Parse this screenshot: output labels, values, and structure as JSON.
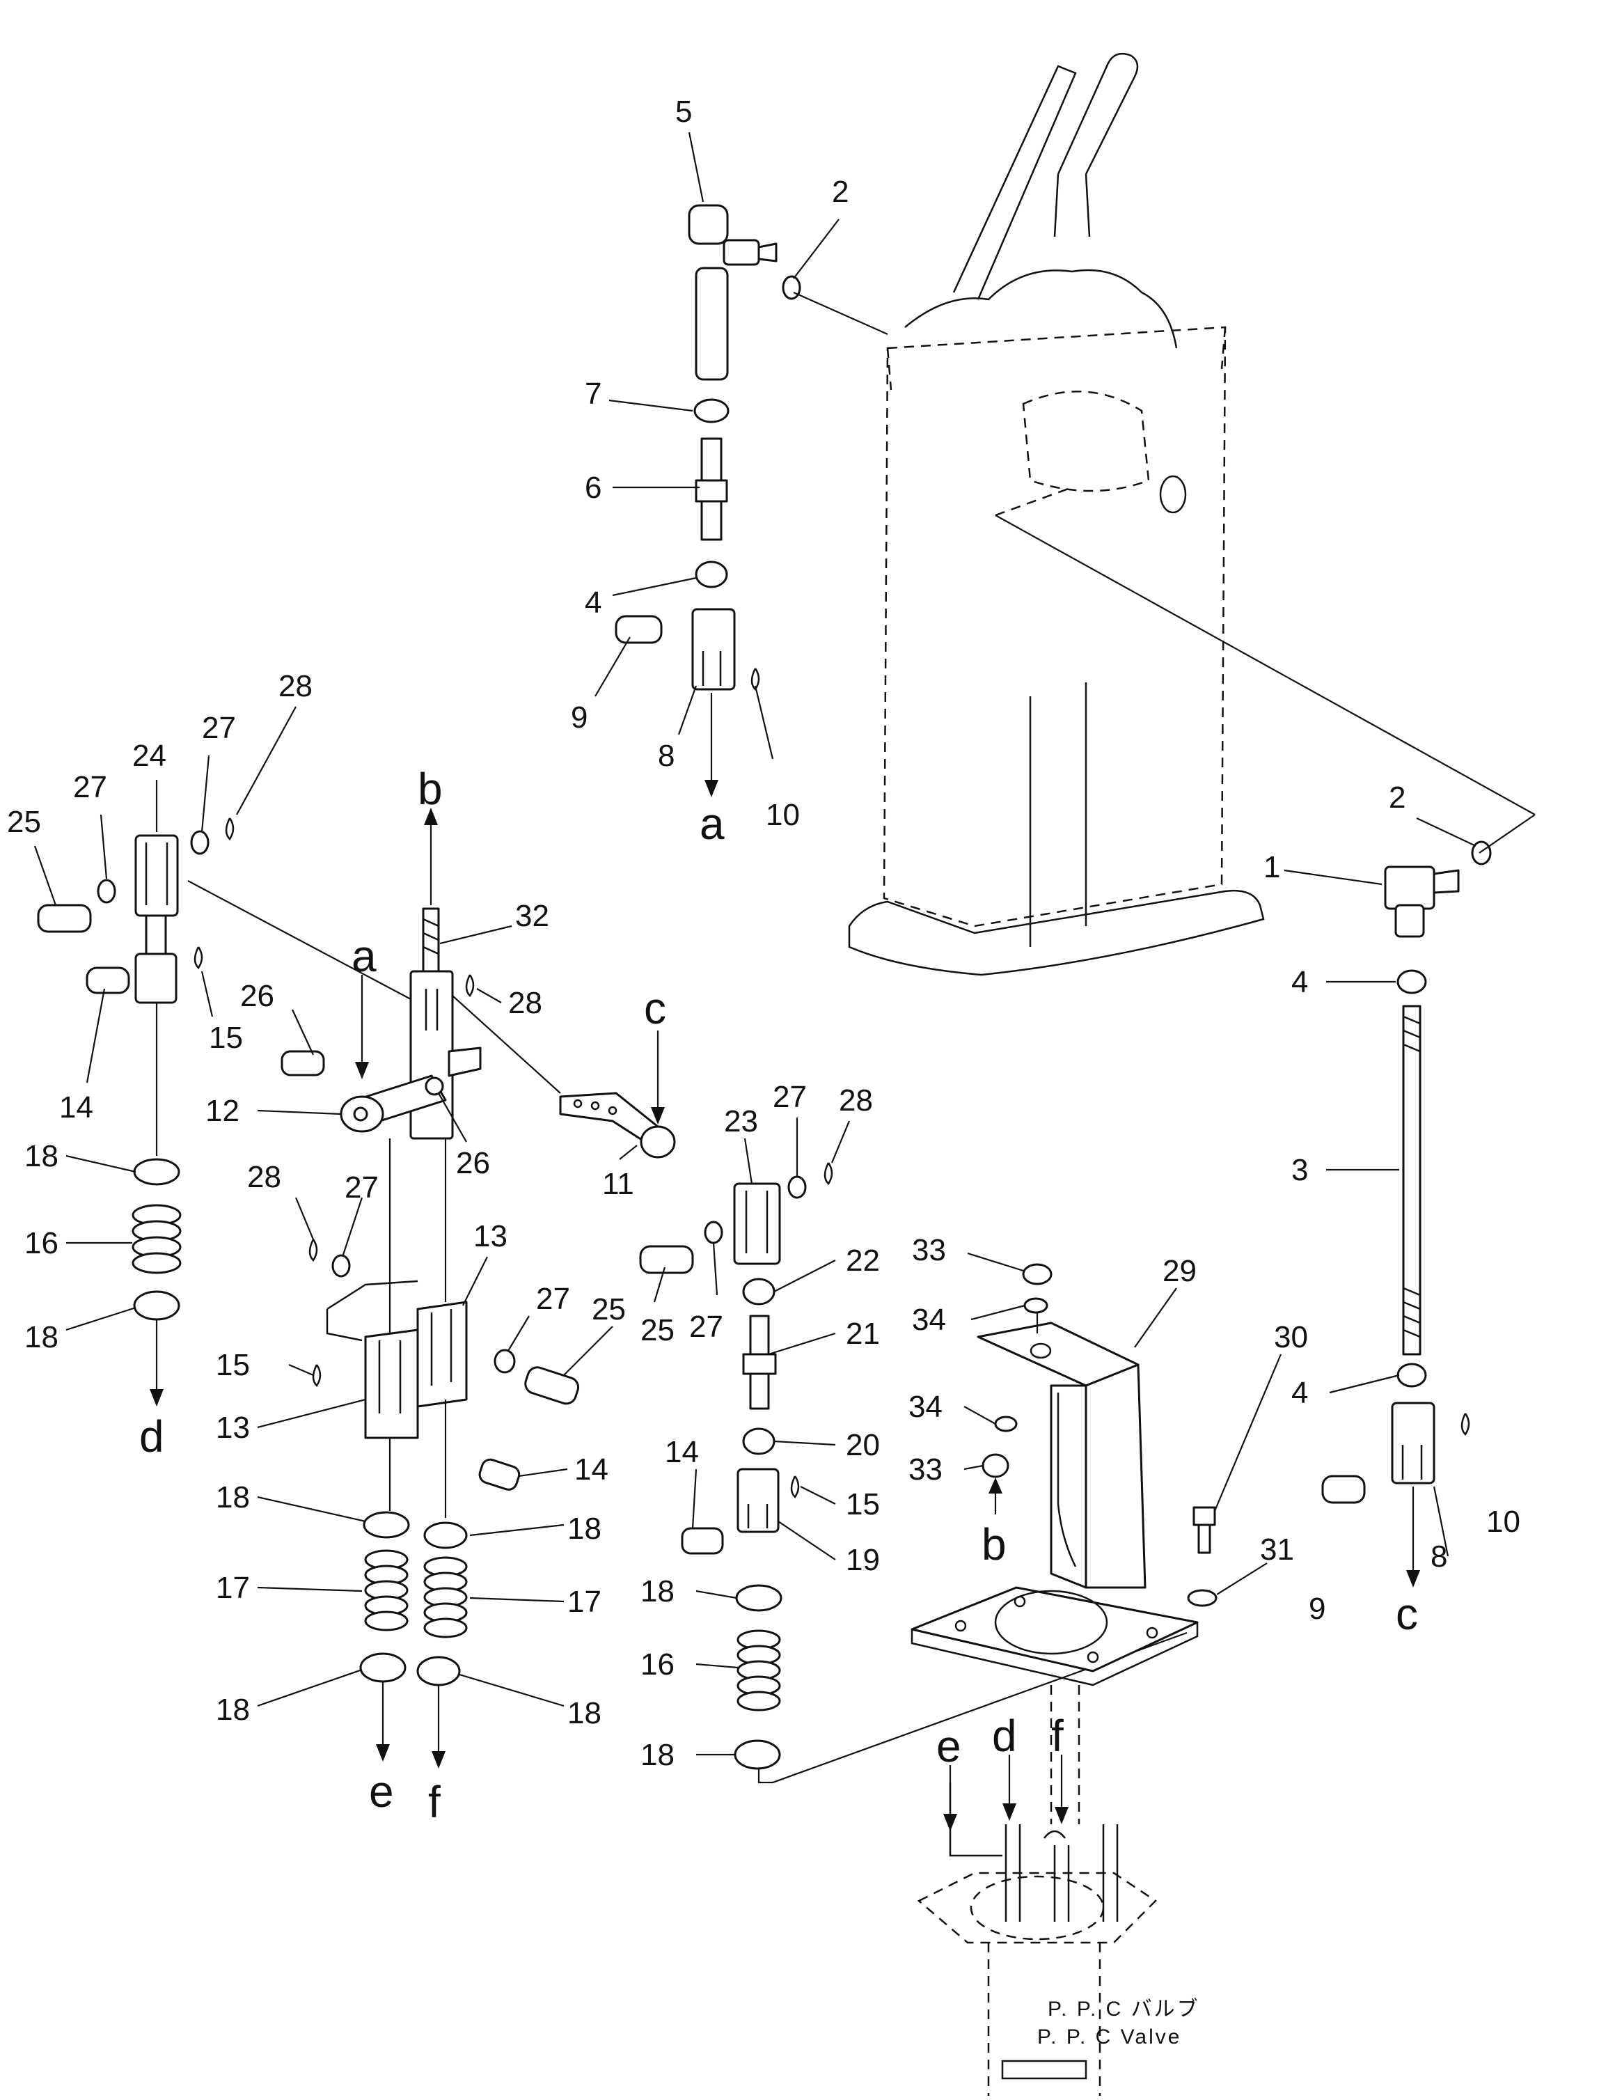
{
  "callouts": [
    "1",
    "2",
    "3",
    "4",
    "5",
    "6",
    "7",
    "8",
    "9",
    "10",
    "11",
    "12",
    "13",
    "14",
    "15",
    "16",
    "17",
    "18",
    "19",
    "20",
    "21",
    "22",
    "23",
    "24",
    "25",
    "26",
    "27",
    "28",
    "29",
    "30",
    "31",
    "32",
    "33",
    "34"
  ],
  "connectors": [
    "a",
    "b",
    "c",
    "d",
    "e",
    "f"
  ],
  "valve_label": {
    "line1": "P. P. C バルブ",
    "line2": "P. P. C Valve"
  }
}
